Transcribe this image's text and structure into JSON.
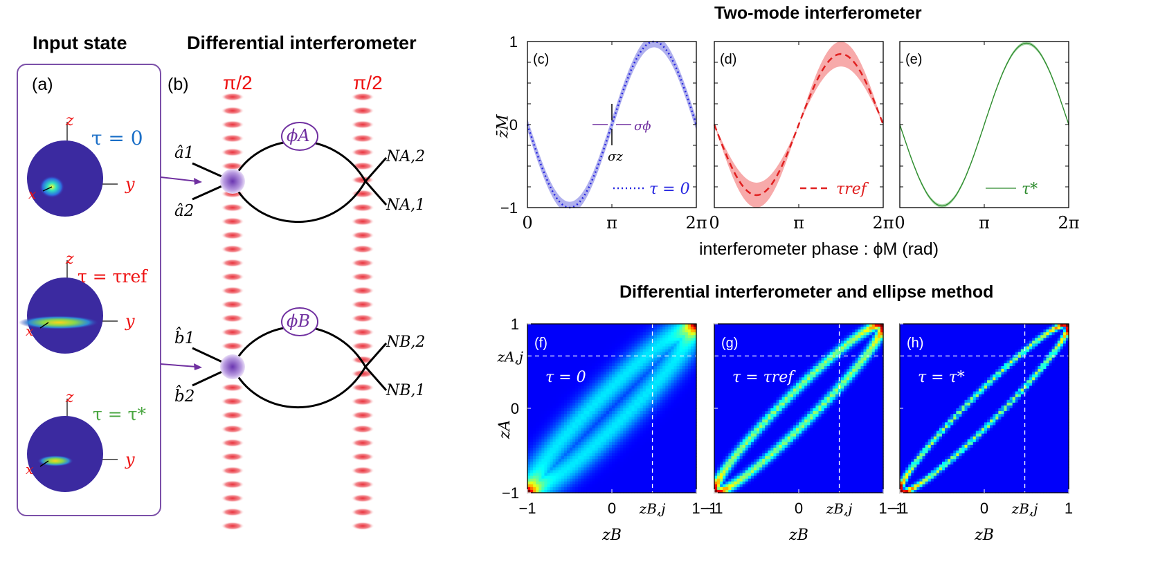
{
  "left": {
    "input_header": "Input state",
    "diff_header": "Differential interferometer",
    "panel_a": "(a)",
    "panel_b": "(b)",
    "pulse_label_1": "π/2",
    "pulse_label_2": "π/2",
    "sphere_axes": {
      "z": "z",
      "y": "y",
      "x": "x"
    },
    "states": [
      {
        "label": "τ = 0",
        "color": "#1b6fc7"
      },
      {
        "label": "τ = τref",
        "color": "#ee1111"
      },
      {
        "label": "τ = τ*",
        "color": "#4aa641"
      }
    ],
    "interferometer_A": {
      "in1": "â1",
      "in2": "â2",
      "phase": "ϕA",
      "out_top": "NA,2",
      "out_bottom": "NA,1"
    },
    "interferometer_B": {
      "in1": "b̂1",
      "in2": "b̂2",
      "phase": "ϕB",
      "out_top": "NB,2",
      "out_bottom": "NB,1"
    }
  },
  "right_top": {
    "header": "Two-mode interferometer",
    "ylabel": "z̄M",
    "xlabel": "interferometer phase : ϕM (rad)",
    "yticks": [
      "1",
      "0",
      "−1"
    ],
    "xticks": [
      "0",
      "π",
      "2π"
    ],
    "panels": [
      {
        "tag": "(c)",
        "legend": "τ = 0",
        "color": "#2525e0",
        "band": "#b0b0ee"
      },
      {
        "tag": "(d)",
        "legend": "τref",
        "color": "#e02020",
        "band": "#f7aaaa"
      },
      {
        "tag": "(e)",
        "legend": "τ*",
        "color": "#2e8b2e",
        "band": "#a8d8a8"
      }
    ],
    "annotations": {
      "sigma_phi": "σϕ",
      "sigma_z": "σz"
    }
  },
  "right_bottom": {
    "header": "Differential interferometer and ellipse method",
    "ylabel": "zA",
    "xlabel": "zB",
    "yticks": [
      "1",
      "0",
      "−1"
    ],
    "xticks": [
      "−1",
      "0",
      "1"
    ],
    "z_Aj": "zA,j",
    "z_Bj": "zB,j",
    "panels": [
      {
        "tag": "(f)",
        "label": "τ = 0"
      },
      {
        "tag": "(g)",
        "label": "τ = τref"
      },
      {
        "tag": "(h)",
        "label": "τ = τ*"
      }
    ]
  },
  "chart_data": [
    {
      "type": "line",
      "title": "Two-mode interferometer",
      "xlabel": "interferometer phase : ϕM (rad)",
      "ylabel": "z̄M",
      "xlim": [
        0,
        6.2832
      ],
      "ylim": [
        -1,
        1
      ],
      "series": [
        {
          "name": "τ = 0",
          "function": "-sin(x)",
          "amplitude": 1.0,
          "band_halfwidth": 0.07
        },
        {
          "name": "τref",
          "function": "-0.85 sin(x)",
          "amplitude": 0.85,
          "band_halfwidth_max": 0.15
        },
        {
          "name": "τ*",
          "function": "-0.98 sin(x)",
          "amplitude": 0.98,
          "band_halfwidth": 0.02
        }
      ]
    },
    {
      "type": "heatmap",
      "title": "Differential interferometer and ellipse method",
      "xlabel": "zB",
      "ylabel": "zA",
      "xlim": [
        -1,
        1
      ],
      "ylim": [
        -1,
        1
      ],
      "reference_lines": {
        "z_Aj": 0.62,
        "z_Bj": 0.48
      },
      "series": [
        {
          "name": "τ = 0",
          "ellipse_phase_offset": 0.25,
          "width": 0.11
        },
        {
          "name": "τ = τref",
          "ellipse_phase_offset": 0.25,
          "width": 0.035
        },
        {
          "name": "τ = τ*",
          "ellipse_phase_offset": 0.25,
          "width": 0.022
        }
      ]
    }
  ]
}
